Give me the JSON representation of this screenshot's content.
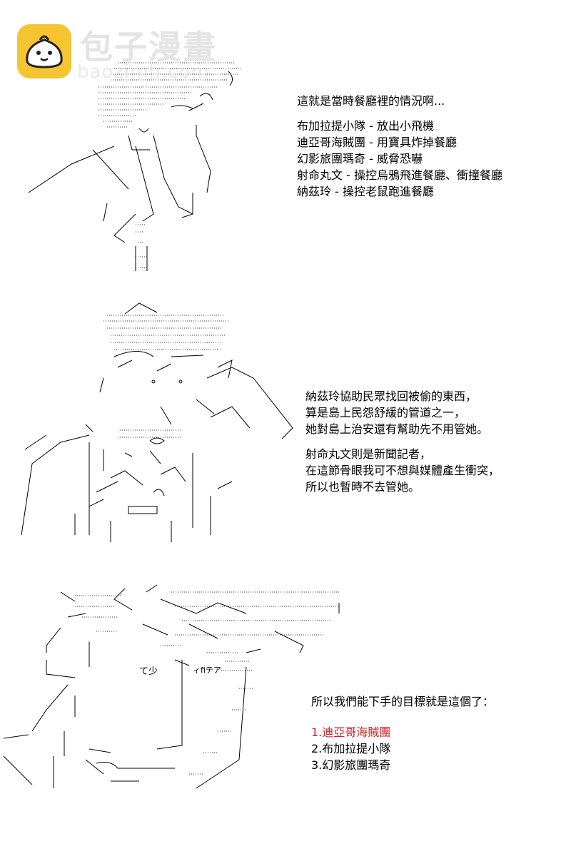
{
  "watermark": {
    "title": "包子漫畫",
    "url": "baozimh.com"
  },
  "panel1": {
    "heading": "這就是當時餐廳裡的情況啊...",
    "items": [
      "布加拉提小隊 - 放出小飛機",
      "迪亞哥海賊團 - 用寶具炸掉餐廳",
      "幻影旅團瑪奇 - 威脅恐嚇",
      "射命丸文 - 操控烏鴉飛進餐廳、衝撞餐廳",
      "納茲玲 - 操控老鼠跑進餐廳"
    ]
  },
  "panel2": {
    "para1": [
      "納茲玲協助民眾找回被偷的東西，",
      "算是島上民怨舒緩的管道之一，",
      "她對島上治安還有幫助先不用管她。"
    ],
    "para2": [
      "射命丸文則是新聞記者，",
      "在這節骨眼我可不想與媒體產生衝突，",
      "所以也暫時不去管她。"
    ]
  },
  "panel3": {
    "heading": "所以我們能下手的目標就是這個了：",
    "targets": [
      "1.迪亞哥海賊團",
      "2.布加拉提小隊",
      "3.幻影旅團瑪奇"
    ],
    "highlight_color": "#d42020"
  },
  "art_text": {
    "panel3_mouth": "て少",
    "panel3_gun": "ィfiテア"
  },
  "icons": {
    "logo": "bun-mascot-icon"
  }
}
